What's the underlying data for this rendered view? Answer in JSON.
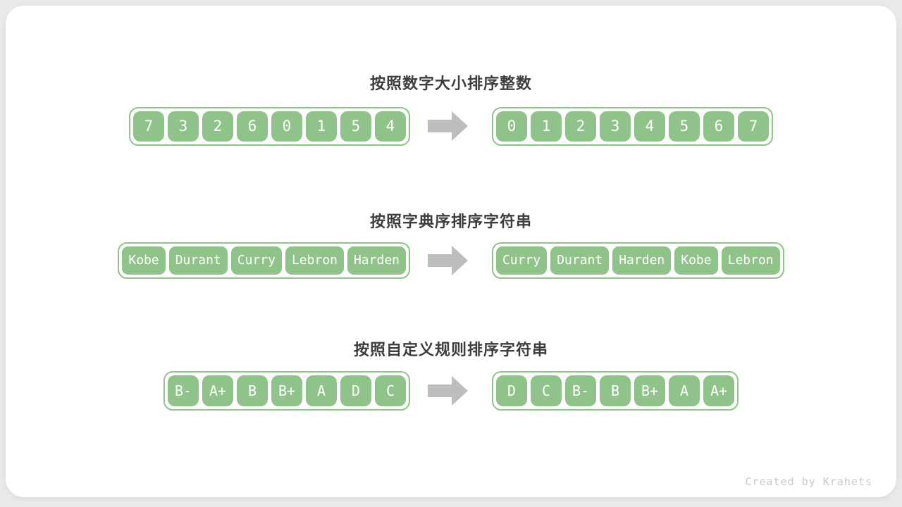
{
  "page": {
    "watermark": "Created by Krahets"
  },
  "colors": {
    "box_green": "#8fc38a",
    "box_text": "#ffffff",
    "arrow_gray": "#bdbdbd",
    "title_text": "#3d3d3d",
    "card_background": "#ffffff",
    "page_background": "#e9e9e9",
    "watermark_text": "#c9c9c9"
  },
  "icons": {
    "arrow": "right-block-arrow-icon"
  },
  "sections": [
    {
      "title": "按照数字大小排序整数",
      "unsorted": [
        "7",
        "3",
        "2",
        "6",
        "0",
        "1",
        "5",
        "4"
      ],
      "sorted": [
        "0",
        "1",
        "2",
        "3",
        "4",
        "5",
        "6",
        "7"
      ]
    },
    {
      "title": "按照字典序排序字符串",
      "unsorted": [
        "Kobe",
        "Durant",
        "Curry",
        "Lebron",
        "Harden"
      ],
      "sorted": [
        "Curry",
        "Durant",
        "Harden",
        "Kobe",
        "Lebron"
      ]
    },
    {
      "title": "按照自定义规则排序字符串",
      "unsorted": [
        "B-",
        "A+",
        "B",
        "B+",
        "A",
        "D",
        "C"
      ],
      "sorted": [
        "D",
        "C",
        "B-",
        "B",
        "B+",
        "A",
        "A+"
      ]
    }
  ]
}
